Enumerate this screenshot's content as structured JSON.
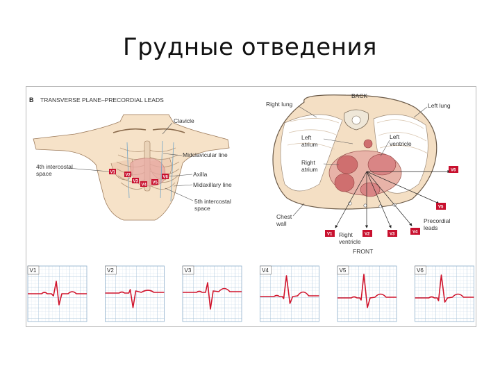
{
  "slide": {
    "title": "Грудные отведения"
  },
  "panel": {
    "letter": "B",
    "heading": "TRANSVERSE PLANE–PRECORDIAL LEADS"
  },
  "torso_labels": {
    "clavicle": "Clavicle",
    "midclavicular": "Midclavicular line",
    "fourth_space_1": "4th intercostal",
    "fourth_space_2": "space",
    "axilla": "Axilla",
    "midaxillary": "Midaxillary line",
    "fifth_space_1": "5th intercostal",
    "fifth_space_2": "space"
  },
  "section_labels": {
    "back": "BACK",
    "front": "FRONT",
    "right_lung": "Right lung",
    "left_lung": "Left lung",
    "left_atrium_1": "Left",
    "left_atrium_2": "atrium",
    "right_atrium_1": "Right",
    "right_atrium_2": "atrium",
    "left_ventricle_1": "Left",
    "left_ventricle_2": "ventricle",
    "chest_wall_1": "Chest",
    "chest_wall_2": "wall",
    "right_ventricle_1": "Right",
    "right_ventricle_2": "ventricle",
    "precordial_1": "Precordial",
    "precordial_2": "leads"
  },
  "leads": [
    "V1",
    "V2",
    "V3",
    "V4",
    "V5",
    "V6"
  ],
  "colors": {
    "accent": "#c8102e",
    "grid": "#a9c4dc",
    "ecg_trace": "#d0142c",
    "tissue": "#f3dcc2",
    "heart": "#e3a0a0"
  }
}
